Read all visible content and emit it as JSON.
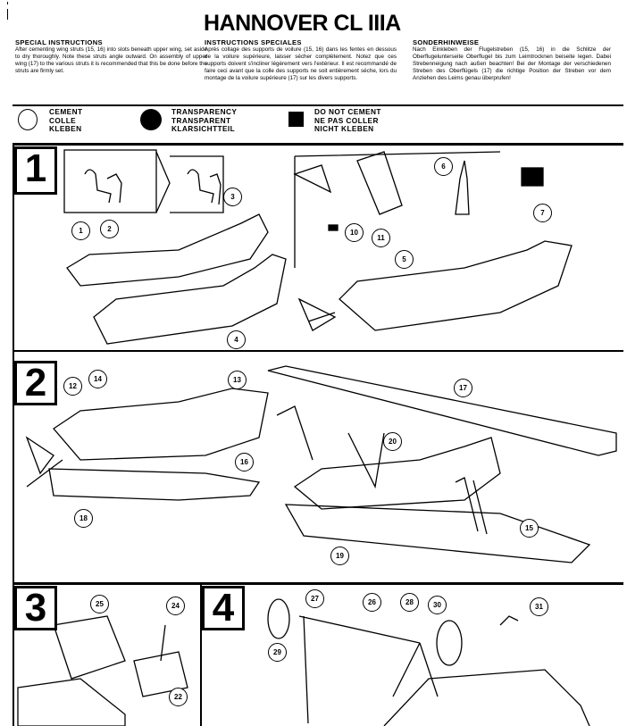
{
  "title": "HANNOVER CL IIIA",
  "instructions": [
    {
      "heading": "SPECIAL INSTRUCTIONS",
      "text": "After cementing wing struts (15, 16) into slots beneath upper wing, set aside to dry thoroughly. Note these struts angle outward. On assembly of upper wing (17) to the various struts it is recommended that this be done before the struts are firmly set."
    },
    {
      "heading": "INSTRUCTIONS SPECIALES",
      "text": "Après collage des supports de voilure (15, 16) dans les fentes en dessous de la voilure supérieure, laisser sécher complètement. Notez que ces supports doivent s'incliner légèrement vers l'extérieur. Il est recommandé de faire ceci avant que la colle des supports ne soit entièrement séche, lors du montage de la voilure supérieure (17) sur les divers supports."
    },
    {
      "heading": "SONDERHINWEISE",
      "text": "Nach Einkleben der Flugelstreben (15, 16) in die Schlitze der Oberflugelunterseite Oberflugel bis zum Leimtrocknen beiseite legen. Dabei Strebenneigung nach außen beachten! Bei der Montage der verschiedenen Streben des Oberflügels (17) die richtige Position der Streben vor dem Anziehen des Leims genau überprufen!"
    }
  ],
  "legend": [
    {
      "icon": "open-circle-icon",
      "lines": [
        "CEMENT",
        "COLLE",
        "KLEBEN"
      ]
    },
    {
      "icon": "filled-circle-icon",
      "lines": [
        "TRANSPARENCY",
        "TRANSPARENT",
        "KLARSICHTTEIL"
      ]
    },
    {
      "icon": "filled-square-icon",
      "lines": [
        "DO NOT CEMENT",
        "NE PAS COLLER",
        "NICHT KLEBEN"
      ]
    }
  ],
  "steps": [
    {
      "number": "1",
      "parts": [
        "1",
        "2",
        "3",
        "4",
        "5",
        "6",
        "7",
        "10",
        "11"
      ]
    },
    {
      "number": "2",
      "parts": [
        "12",
        "13",
        "14",
        "15",
        "16",
        "17",
        "18",
        "19",
        "20"
      ]
    },
    {
      "number": "3",
      "parts": [
        "22",
        "24",
        "25"
      ]
    },
    {
      "number": "4",
      "parts": [
        "26",
        "27",
        "28",
        "29",
        "30",
        "31"
      ]
    }
  ]
}
